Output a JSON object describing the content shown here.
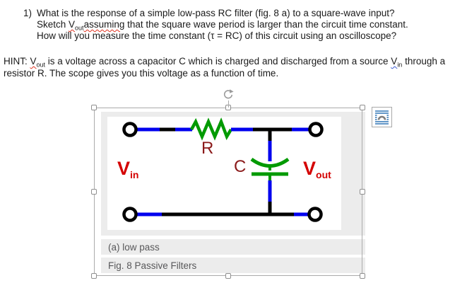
{
  "question": {
    "number": "1)",
    "line1": "What is the response of a simple low-pass RC filter (fig. 8 a) to a square-wave input?",
    "line2": {
      "pre": "Sketch ",
      "v": "V",
      "v_sub": "out",
      "rest": "assuming",
      "post": " that the square wave period is larger than the circuit time constant."
    },
    "line3": "How will you measure the time constant (τ = RC) of this circuit using an oscilloscope?"
  },
  "hint": {
    "line1": {
      "pre": "HINT: ",
      "v1": "V",
      "v1_sub": "out",
      "mid": " is a voltage across a capacitor C which is charged and discharged from a source ",
      "v2": "V",
      "v2_sub": "in",
      "post": " through a"
    },
    "line2": "resistor R. The scope gives you this voltage as a function of time."
  },
  "figure": {
    "labels": {
      "resistor": "R",
      "capacitor": "C",
      "vin": {
        "main": "V",
        "sub": "in"
      },
      "vout": {
        "main": "V",
        "sub": "out"
      }
    },
    "subcaption": "(a) low pass",
    "caption": "Fig. 8 Passive Filters",
    "colors": {
      "wire_blue": "#0000ee",
      "component_green": "#009a00",
      "terminal_black": "#000000",
      "label_maroon": "#8b1a1a",
      "label_red": "#d40000",
      "figure_background": "#ececec",
      "caption_text": "#58585a",
      "spellcheck_red": "#e0301e",
      "spellcheck_blue": "#3b5bd6"
    }
  }
}
